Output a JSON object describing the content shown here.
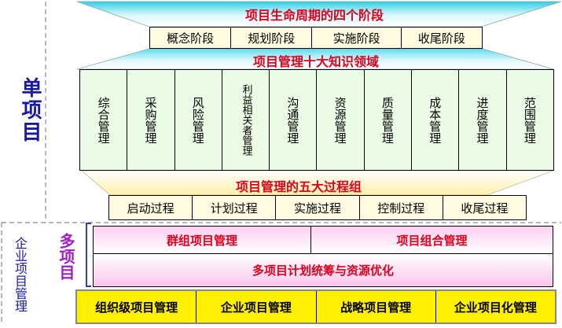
{
  "single_project": {
    "label": "单项目"
  },
  "enterprise_project": {
    "label": "企业项目管理"
  },
  "multi_project": {
    "label": "多项目"
  },
  "lifecycle": {
    "title": "项目生命周期的四个阶段",
    "phases": [
      "概念阶段",
      "规划阶段",
      "实施阶段",
      "收尾阶段"
    ]
  },
  "knowledge": {
    "title": "项目管理十大知识领域",
    "areas": [
      "综合管理",
      "采购管理",
      "风险管理",
      "利益相关者管理",
      "沟通管理",
      "资源管理",
      "质量管理",
      "成本管理",
      "进度管理",
      "范围管理"
    ]
  },
  "process_groups": {
    "title": "项目管理的五大过程组",
    "groups": [
      "启动过程",
      "计划过程",
      "实施过程",
      "控制过程",
      "收尾过程"
    ]
  },
  "multi": {
    "program": "群组项目管理",
    "portfolio": "项目组合管理",
    "planning": "多项目计划统筹与资源优化"
  },
  "bottom": [
    "组织级项目管理",
    "企业项目管理",
    "战略项目管理",
    "企业项目化管理"
  ],
  "colors": {
    "red": "#e0001b",
    "single_blue": "#1a1aa0",
    "multi_purple": "#a020c8",
    "cyan_gradient_top": "#3fd6e8",
    "cream": "#fffbe0",
    "green_cell": "#eafbe6",
    "yellow_bar": "#ffef00",
    "pink": "#f8c4ec"
  }
}
